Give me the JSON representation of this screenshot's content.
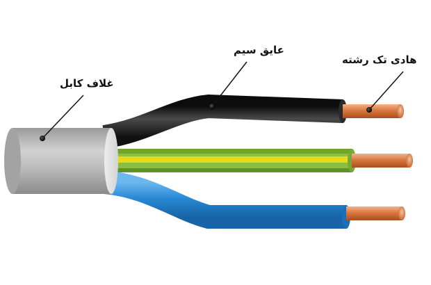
{
  "labels": {
    "sheath": "غلاف کابل",
    "insulation": "عایق سیم",
    "conductor": "هادی تک رشته"
  },
  "colors": {
    "background": "#ffffff",
    "sheath": "#b5b5b5",
    "black_insulation": "#1e1e1e",
    "green_yellow_insulation_green": "#8cbf3f",
    "green_yellow_insulation_yellow": "#e7d91c",
    "blue_insulation": "#2a8ad6",
    "copper": "#d9773f",
    "leader_line": "#111111"
  },
  "icons": {
    "copper_core": "copper-core-icon"
  }
}
